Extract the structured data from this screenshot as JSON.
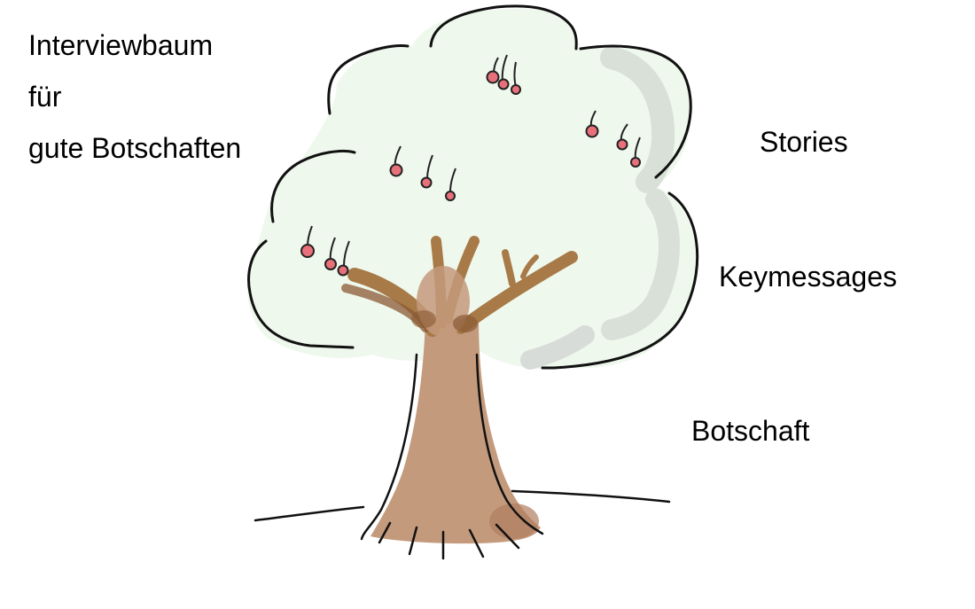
{
  "title": {
    "lines": [
      "Interviewbaum",
      "für",
      "gute Botschaften"
    ]
  },
  "labels": {
    "stories": "Stories",
    "keymessages": "Keymessages",
    "botschaft": "Botschaft"
  },
  "colors": {
    "crown_fill": "#eef8ec",
    "crown_shadow": "#d8e0d8",
    "outline": "#111111",
    "trunk": "#c49a7c",
    "trunk_dark": "#8a5a34",
    "branch": "#a87a48",
    "cherry": "#e8707a",
    "cherry_stem": "#222222"
  }
}
